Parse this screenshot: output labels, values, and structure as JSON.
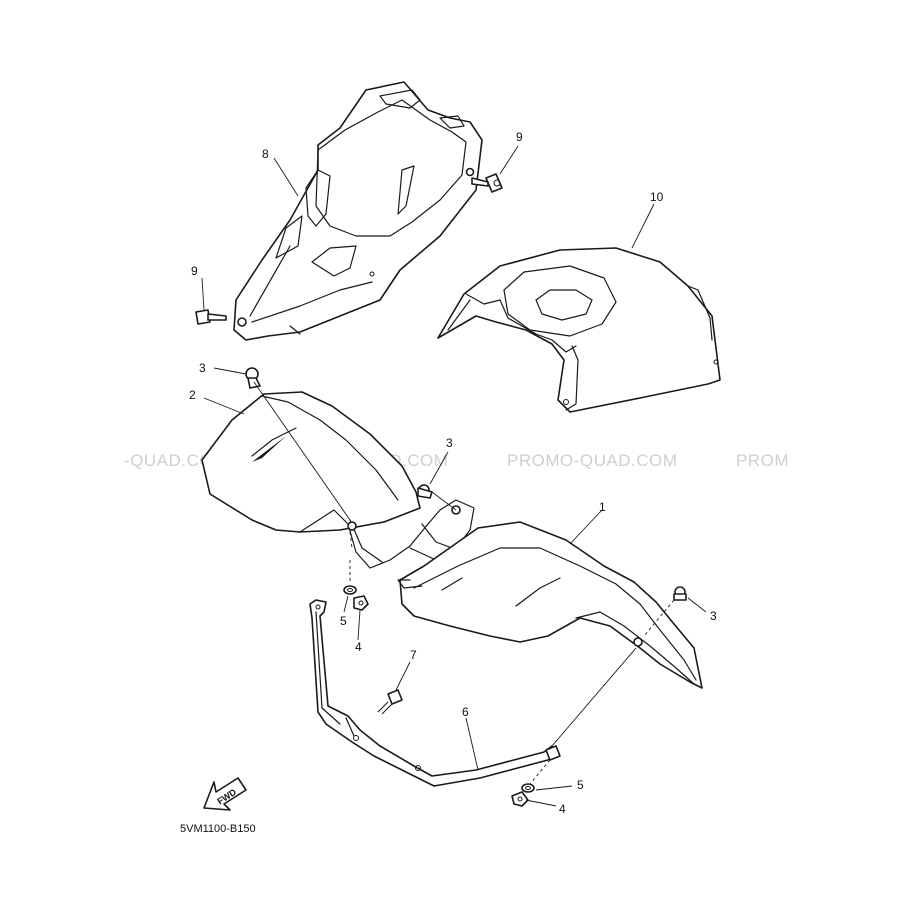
{
  "watermarks": [
    "-QUAD.COM",
    "PROMO-QUAD.COM",
    "PROMO-QUAD.COM",
    "PROM"
  ],
  "part_labels": {
    "p1": "1",
    "p2": "2",
    "p3a": "3",
    "p3b": "3",
    "p3c": "3",
    "p4a": "4",
    "p4b": "4",
    "p5a": "5",
    "p5b": "5",
    "p6": "6",
    "p7": "7",
    "p8": "8",
    "p9a": "9",
    "p9b": "9",
    "p10": "10"
  },
  "fwd_label": "FWD",
  "diagram_code": "5VM1100-B150"
}
